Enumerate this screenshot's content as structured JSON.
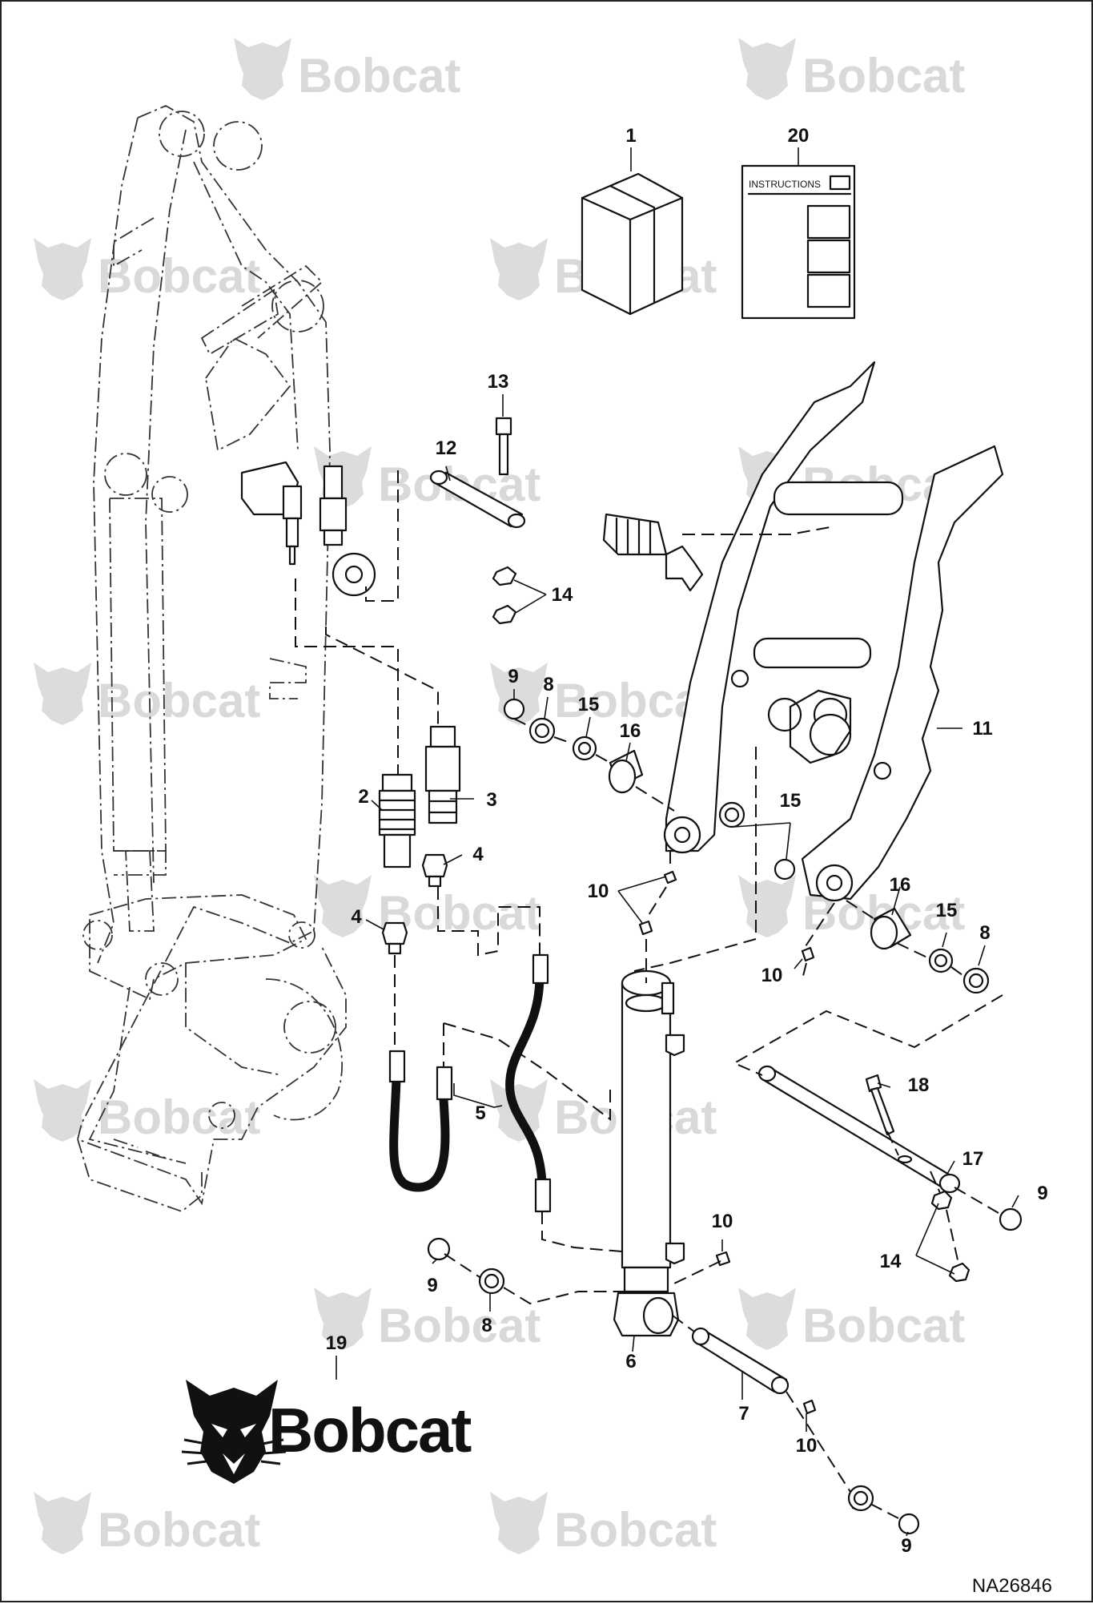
{
  "diagram": {
    "document_id": "NA26846",
    "brand_logo_text": "Bobcat",
    "watermark_text": "Bobcat",
    "instructions_label": "INSTRUCTIONS",
    "callouts": [
      "1",
      "2",
      "3",
      "4",
      "4",
      "5",
      "6",
      "7",
      "8",
      "8",
      "8",
      "9",
      "9",
      "9",
      "9",
      "10",
      "10",
      "10",
      "10",
      "11",
      "12",
      "13",
      "14",
      "14",
      "15",
      "15",
      "15",
      "16",
      "16",
      "17",
      "18",
      "19",
      "20"
    ]
  }
}
